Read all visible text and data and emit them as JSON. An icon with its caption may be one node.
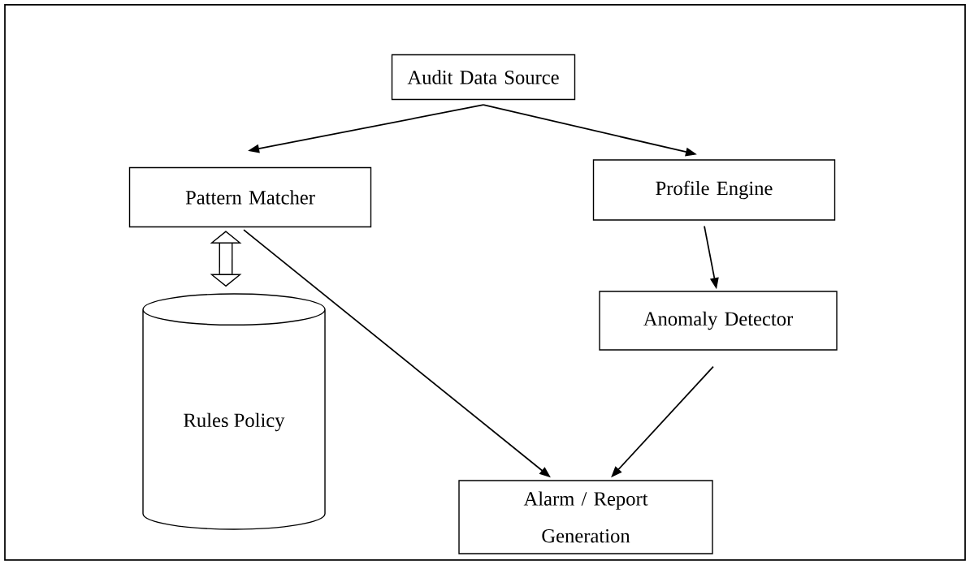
{
  "diagram": {
    "nodes": [
      {
        "text": [
          "Audit Data Source"
        ]
      },
      {
        "text": [
          "Pattern Matcher"
        ]
      },
      {
        "text": [
          "Profile Engine"
        ]
      },
      {
        "text": [
          "Anomaly Detector"
        ]
      },
      {
        "text": [
          "Rules Policy"
        ]
      },
      {
        "text": [
          "Alarm / Report Generation"
        ]
      }
    ],
    "edges": [
      {
        "from": 0,
        "to": 1,
        "arrow": "to"
      },
      {
        "from": 0,
        "to": 2,
        "arrow": "to"
      },
      {
        "from": 2,
        "to": 3,
        "arrow": "to"
      },
      {
        "from": 1,
        "to": 4,
        "arrow": "both",
        "style": "thick"
      },
      {
        "from": 1,
        "to": 5,
        "arrow": "to"
      },
      {
        "from": 3,
        "to": 5,
        "arrow": "to"
      }
    ]
  }
}
